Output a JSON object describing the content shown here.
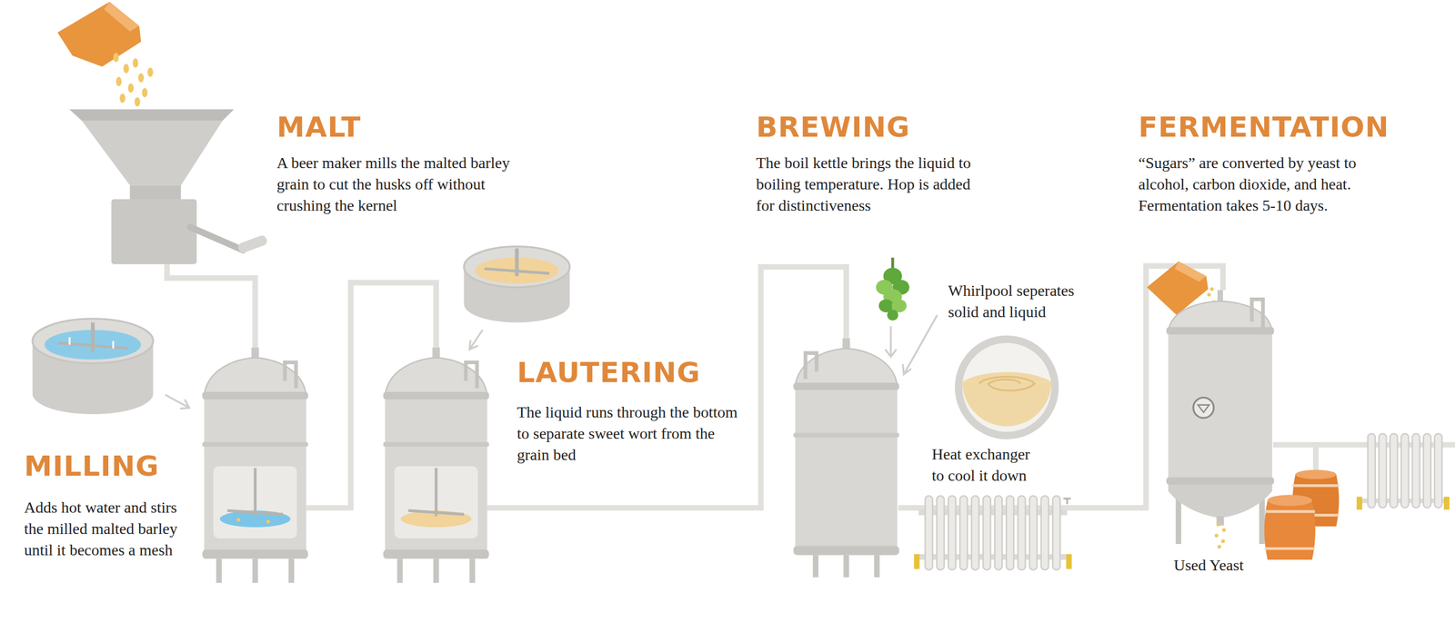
{
  "diagram": {
    "labels": [
      "MALT",
      "A beer maker mills the malted barley grain to cut the husks off without crushing the kernel",
      "MILLING",
      "Adds hot water and stirs the milled malted barley until it becomes a mesh",
      "LAUTERING",
      "The liquid runs through the bottom to separate sweet wort from the grain bed",
      "BREWING",
      "The boil kettle brings the liquid to boiling temperature. Hop is added for distinctiveness",
      "Whirlpool seperates solid and liquid",
      "Heat exchanger to cool it down",
      "FERMENTATION",
      "“Sugars” are converted by yeast to alcohol, carbon dioxide, and heat. Fermentation takes 5-10 days.",
      "Used Yeast"
    ]
  }
}
